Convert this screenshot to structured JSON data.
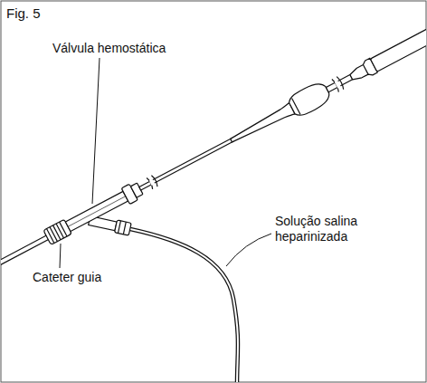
{
  "diagram": {
    "labels": [
      "Fig. 5",
      "Válvula hemostática",
      "Cateter guia",
      "Solução salina heparinizada"
    ]
  }
}
